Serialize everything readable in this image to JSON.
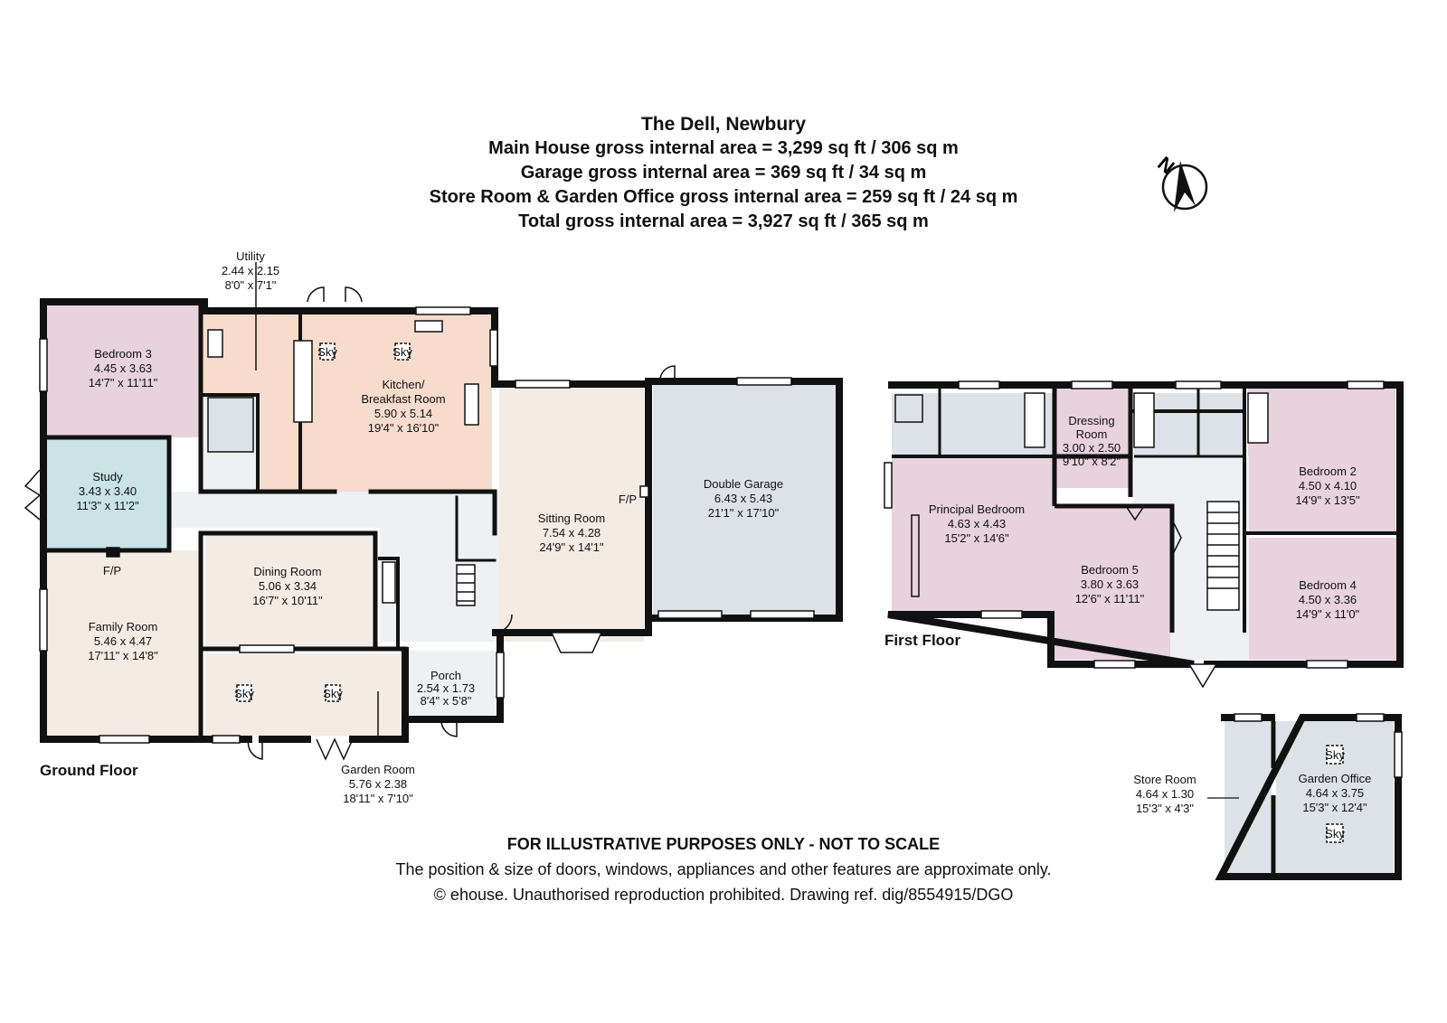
{
  "header": {
    "title": "The Dell, Newbury",
    "line1": "Main House gross internal area = 3,299 sq ft / 306 sq m",
    "line2": "Garage gross internal area = 369 sq ft / 34 sq m",
    "line3": "Store Room & Garden Office gross internal area = 259 sq ft / 24 sq m",
    "line4": "Total gross internal area = 3,927 sq ft / 365 sq m"
  },
  "compass": {
    "letter": "N"
  },
  "floors": {
    "ground": "Ground Floor",
    "first": "First Floor"
  },
  "rooms": {
    "utility": {
      "name": "Utility",
      "metric": "2.44 x 2.15",
      "imperial": "8'0\" x 7'1\""
    },
    "bedroom3": {
      "name": "Bedroom 3",
      "metric": "4.45 x 3.63",
      "imperial": "14'7\" x 11'11\""
    },
    "kitchen": {
      "name": "Kitchen/",
      "name2": "Breakfast Room",
      "metric": "5.90 x 5.14",
      "imperial": "19'4\" x 16'10\""
    },
    "study": {
      "name": "Study",
      "metric": "3.43 x 3.40",
      "imperial": "11'3\" x 11'2\""
    },
    "sitting": {
      "name": "Sitting Room",
      "metric": "7.54 x 4.28",
      "imperial": "24'9\" x 14'1\""
    },
    "garage": {
      "name": "Double Garage",
      "metric": "6.43 x 5.43",
      "imperial": "21'1\" x 17'10\""
    },
    "dining": {
      "name": "Dining Room",
      "metric": "5.06 x 3.34",
      "imperial": "16'7\" x 10'11\""
    },
    "family": {
      "name": "Family Room",
      "metric": "5.46 x 4.47",
      "imperial": "17'11\" x 14'8\""
    },
    "porch": {
      "name": "Porch",
      "metric": "2.54 x 1.73",
      "imperial": "8'4\" x 5'8\""
    },
    "garden_room": {
      "name": "Garden Room",
      "metric": "5.76 x 2.38",
      "imperial": "18'11\" x 7'10\""
    },
    "dressing": {
      "name": "Dressing",
      "name2": "Room",
      "metric": "3.00 x 2.50",
      "imperial": "9'10\" x 8'2\""
    },
    "principal": {
      "name": "Principal Bedroom",
      "metric": "4.63 x 4.43",
      "imperial": "15'2\" x 14'6\""
    },
    "bedroom2": {
      "name": "Bedroom 2",
      "metric": "4.50 x 4.10",
      "imperial": "14'9\" x 13'5\""
    },
    "bedroom5": {
      "name": "Bedroom 5",
      "metric": "3.80 x 3.63",
      "imperial": "12'6\" x 11'11\""
    },
    "bedroom4": {
      "name": "Bedroom 4",
      "metric": "4.50 x 3.36",
      "imperial": "14'9\" x 11'0\""
    },
    "store": {
      "name": "Store Room",
      "metric": "4.64 x 1.30",
      "imperial": "15'3\" x 4'3\""
    },
    "garden_office": {
      "name": "Garden Office",
      "metric": "4.64 x 3.75",
      "imperial": "15'3\" x 12'4\""
    }
  },
  "markers": {
    "sky": "Sky",
    "fp": "F/P"
  },
  "colors": {
    "pink": "#e8d2dc",
    "cream": "#f4ebe4",
    "peach": "#f7dccd",
    "blue": "#c9e3e6",
    "grey": "#dde2e8",
    "hall": "#eef0f3",
    "wall": "#111111"
  },
  "footer": {
    "disclaimer": "FOR ILLUSTRATIVE PURPOSES ONLY - NOT TO SCALE",
    "note": "The position & size of doors, windows, appliances and other features are approximate only.",
    "copyright": "© ehouse. Unauthorised reproduction prohibited. Drawing ref. dig/8554915/DGO"
  }
}
